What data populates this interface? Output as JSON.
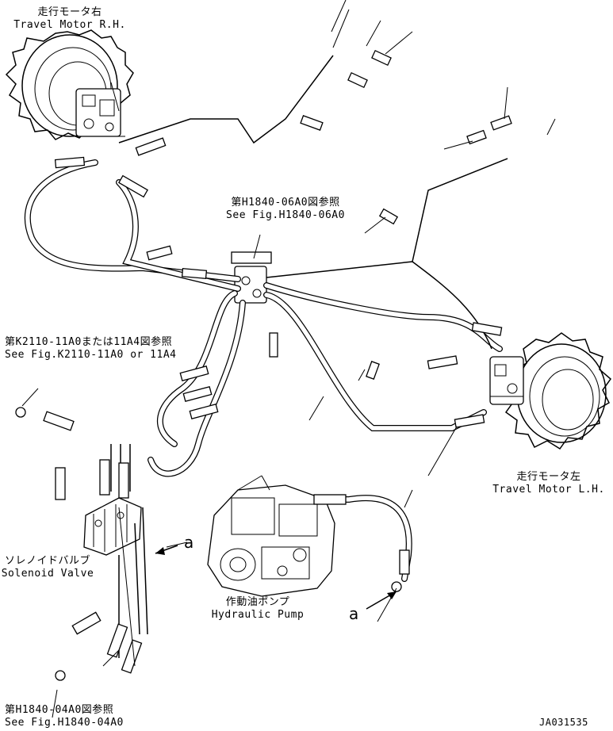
{
  "labels": {
    "travel_motor_rh_jp": "走行モータ右",
    "travel_motor_rh_en": "Travel Motor R.H.",
    "travel_motor_lh_jp": "走行モータ左",
    "travel_motor_lh_en": "Travel Motor L.H.",
    "ref_h1840_06a0_jp": "第H1840-06A0図参照",
    "ref_h1840_06a0_en": "See Fig.H1840-06A0",
    "ref_k2110_jp": "第K2110-11A0または11A4図参照",
    "ref_k2110_en": "See Fig.K2110-11A0 or 11A4",
    "solenoid_valve_jp": "ソレノイドバルブ",
    "solenoid_valve_en": "Solenoid Valve",
    "hydraulic_pump_jp": "作動油ポンプ",
    "hydraulic_pump_en": "Hydraulic Pump",
    "ref_h1840_04a0_jp": "第H1840-04A0図参照",
    "ref_h1840_04a0_en": "See Fig.H1840-04A0",
    "callout_a_1": "a",
    "callout_a_2": "a",
    "drawing_number": "JA031535"
  }
}
